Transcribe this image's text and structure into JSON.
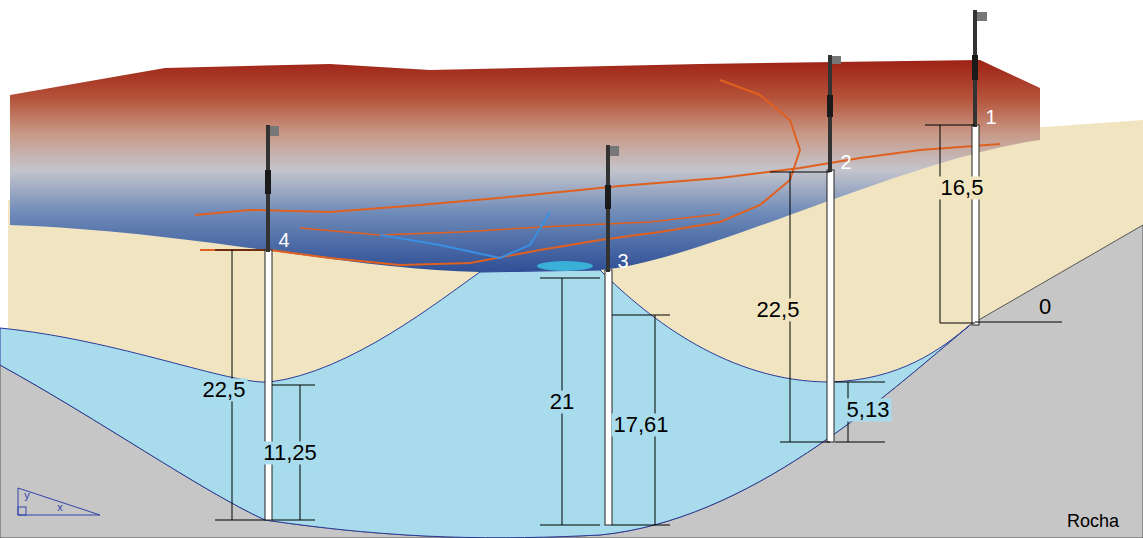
{
  "diagram": {
    "labels": [
      "1",
      "2",
      "3",
      "4",
      "16,5",
      "0",
      "22,5",
      "5,13",
      "21",
      "17,61",
      "22,5",
      "11,25",
      "Rocha",
      "y",
      "x"
    ]
  }
}
